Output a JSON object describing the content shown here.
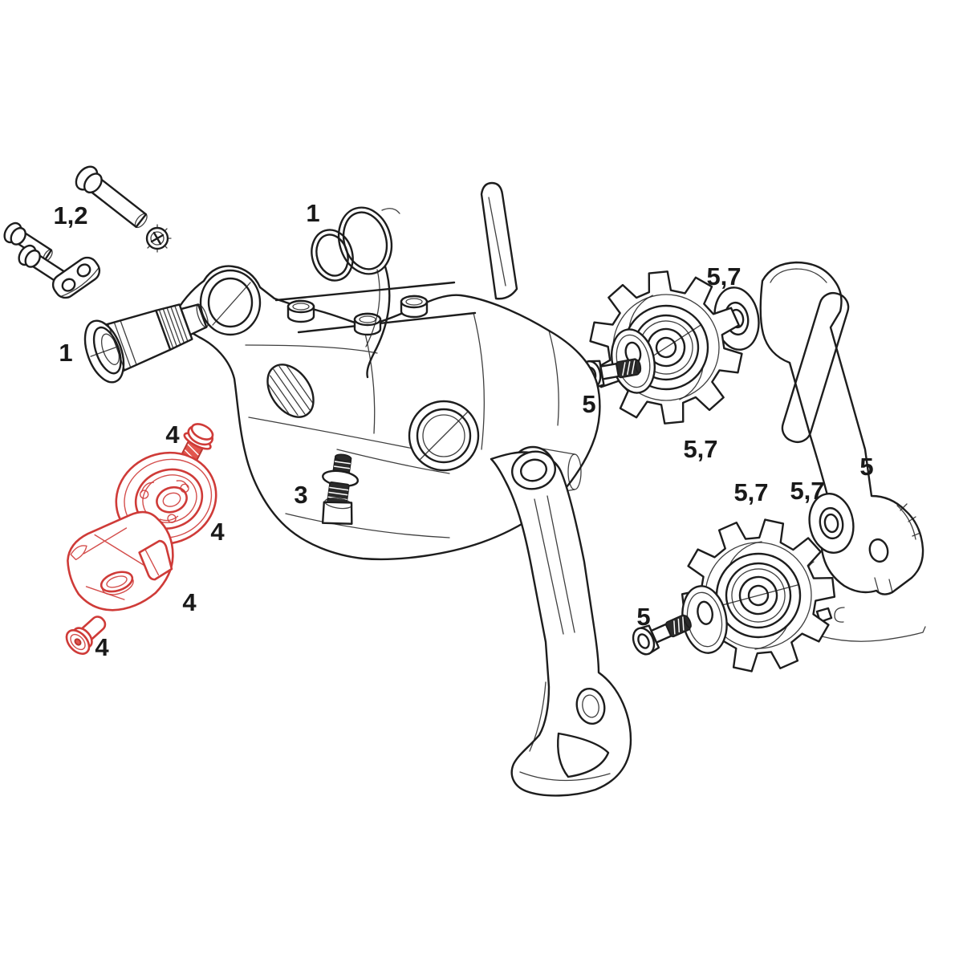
{
  "page": {
    "background": "#ffffff"
  },
  "diagram": {
    "subject": "Rear derailleur exploded parts diagram",
    "style": "technical line drawing",
    "colors": {
      "background": "#ffffff",
      "line": "#1d1d1d",
      "highlight": "#cf3b38",
      "highlight_fill": "#e2564e",
      "label": "#191919"
    },
    "labels": [
      {
        "id": "label-1-2",
        "text": "1,2"
      },
      {
        "id": "label-1-top",
        "text": "1"
      },
      {
        "id": "label-1-left",
        "text": "1"
      },
      {
        "id": "label-4-a",
        "text": "4"
      },
      {
        "id": "label-4-b",
        "text": "4"
      },
      {
        "id": "label-4-c",
        "text": "4"
      },
      {
        "id": "label-4-d",
        "text": "4"
      },
      {
        "id": "label-3",
        "text": "3"
      },
      {
        "id": "label-5-upper",
        "text": "5"
      },
      {
        "id": "label-57-a",
        "text": "5,7"
      },
      {
        "id": "label-57-b",
        "text": "5,7"
      },
      {
        "id": "label-57-c",
        "text": "5,7"
      },
      {
        "id": "label-57-d",
        "text": "5,7"
      },
      {
        "id": "label-5-cage",
        "text": "5"
      },
      {
        "id": "label-5-lower",
        "text": "5"
      }
    ],
    "parts": [
      {
        "ref": "1,2",
        "name": "mounting-bolts-and-anchor-plate",
        "highlighted": false
      },
      {
        "ref": "1",
        "name": "barrel-adjuster",
        "highlighted": false
      },
      {
        "ref": "1",
        "name": "b-washer-and-rings",
        "highlighted": false
      },
      {
        "ref": "3",
        "name": "cable-anchor-bolt",
        "highlighted": false
      },
      {
        "ref": "4",
        "name": "cage-lock-cover-kit",
        "highlighted": true,
        "color": "#cf3b38"
      },
      {
        "ref": "5",
        "name": "upper-pulley-bolt",
        "highlighted": false
      },
      {
        "ref": "5",
        "name": "lower-pulley-bolt",
        "highlighted": false
      },
      {
        "ref": "5",
        "name": "inner-cage-plate",
        "highlighted": false
      },
      {
        "ref": "5,7",
        "name": "upper-pulley-wheel-and-washers",
        "highlighted": false
      },
      {
        "ref": "5,7",
        "name": "lower-pulley-wheel-and-washers",
        "highlighted": false
      },
      {
        "ref": "",
        "name": "derailleur-body",
        "highlighted": false
      },
      {
        "ref": "",
        "name": "outer-cage-plate",
        "highlighted": false
      }
    ]
  }
}
